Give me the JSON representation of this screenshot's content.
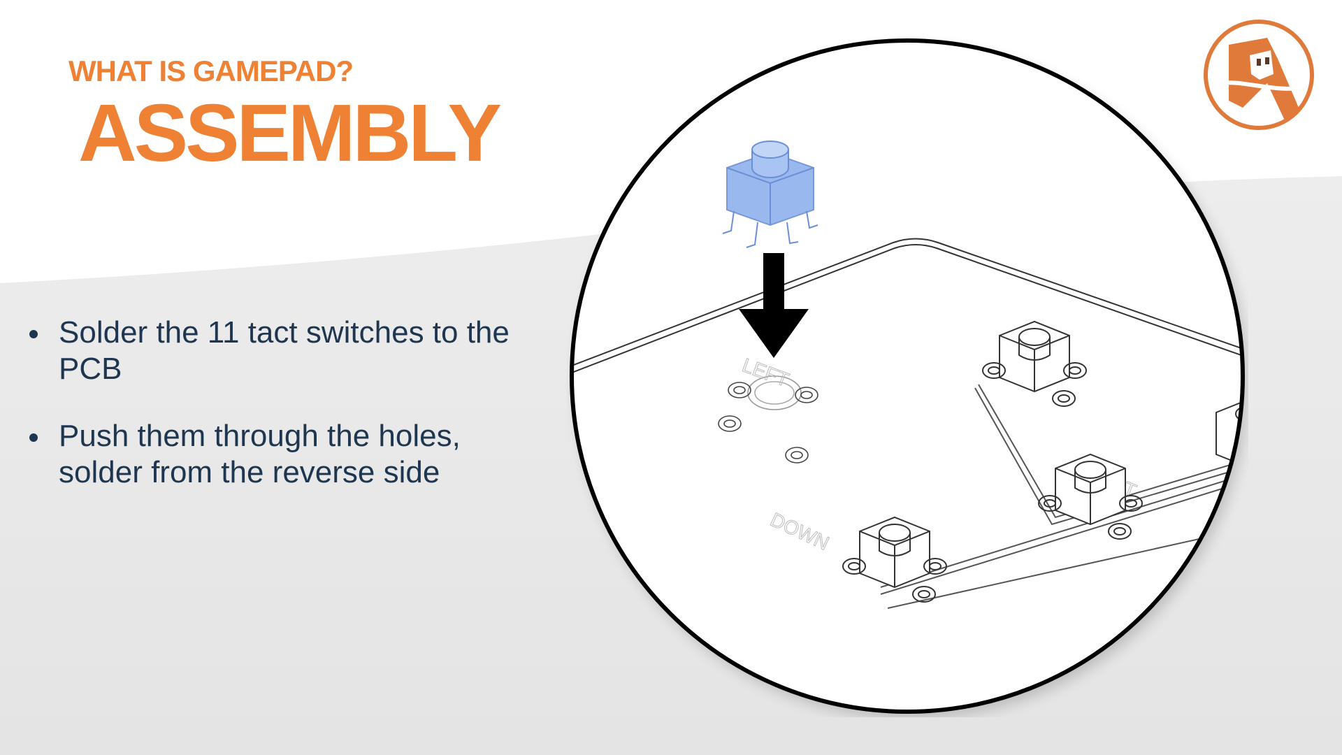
{
  "slide": {
    "subtitle": "WHAT IS GAMEPAD?",
    "title": "ASSEMBLY",
    "bullets": [
      "Solder the 11 tact switches to the PCB",
      "Push them through the holes, solder from the reverse side"
    ]
  },
  "figure": {
    "labels": {
      "left": "LEFT",
      "down": "DOWN",
      "right": "RIGHT"
    }
  },
  "colors": {
    "accent": "#ee8133",
    "text": "#1e3650",
    "switch_highlight": "#8fb1ec",
    "arrow": "#000000",
    "background_gray": "#ebebeb"
  },
  "icons": {
    "logo": "orange-circle-logo-icon",
    "arrow": "down-arrow-icon"
  }
}
